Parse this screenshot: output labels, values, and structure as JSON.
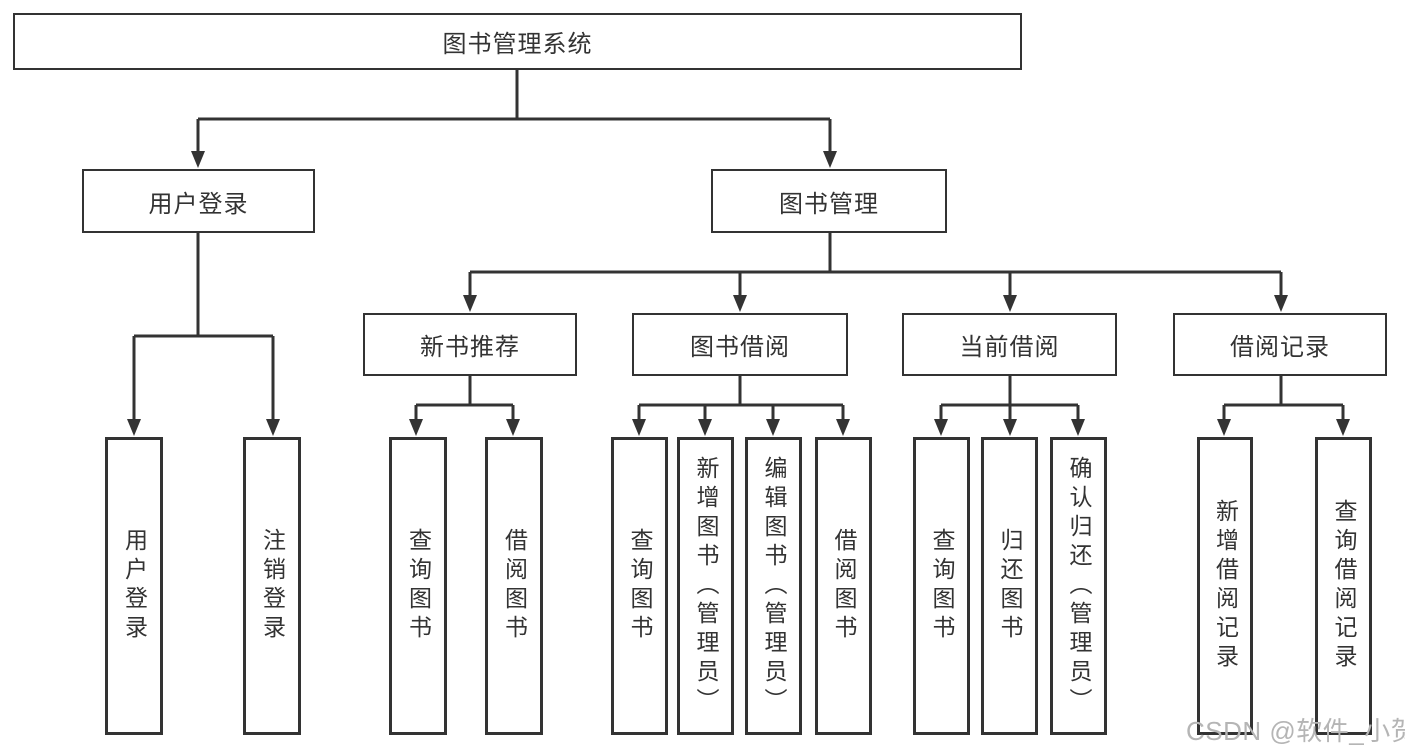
{
  "diagram": {
    "title_node": {
      "label": "图书管理系统"
    },
    "level2": [
      {
        "label": "用户登录"
      },
      {
        "label": "图书管理"
      }
    ],
    "level3": [
      {
        "label": "新书推荐"
      },
      {
        "label": "图书借阅"
      },
      {
        "label": "当前借阅"
      },
      {
        "label": "借阅记录"
      }
    ],
    "leaves": [
      {
        "label": "用户登录"
      },
      {
        "label": "注销登录"
      },
      {
        "label": "查询图书"
      },
      {
        "label": "借阅图书"
      },
      {
        "label": "查询图书"
      },
      {
        "label": "新增图书（管理员）"
      },
      {
        "label": "编辑图书（管理员）"
      },
      {
        "label": "借阅图书"
      },
      {
        "label": "查询图书"
      },
      {
        "label": "归还图书"
      },
      {
        "label": "确认归还（管理员）"
      },
      {
        "label": "新增借阅记录"
      },
      {
        "label": "查询借阅记录"
      }
    ]
  },
  "watermark": {
    "text": "CSDN @软件_小贺同学"
  },
  "colors": {
    "line": "#333333",
    "text": "#333333",
    "watermark": "#b5b5b5",
    "background": "#ffffff"
  }
}
